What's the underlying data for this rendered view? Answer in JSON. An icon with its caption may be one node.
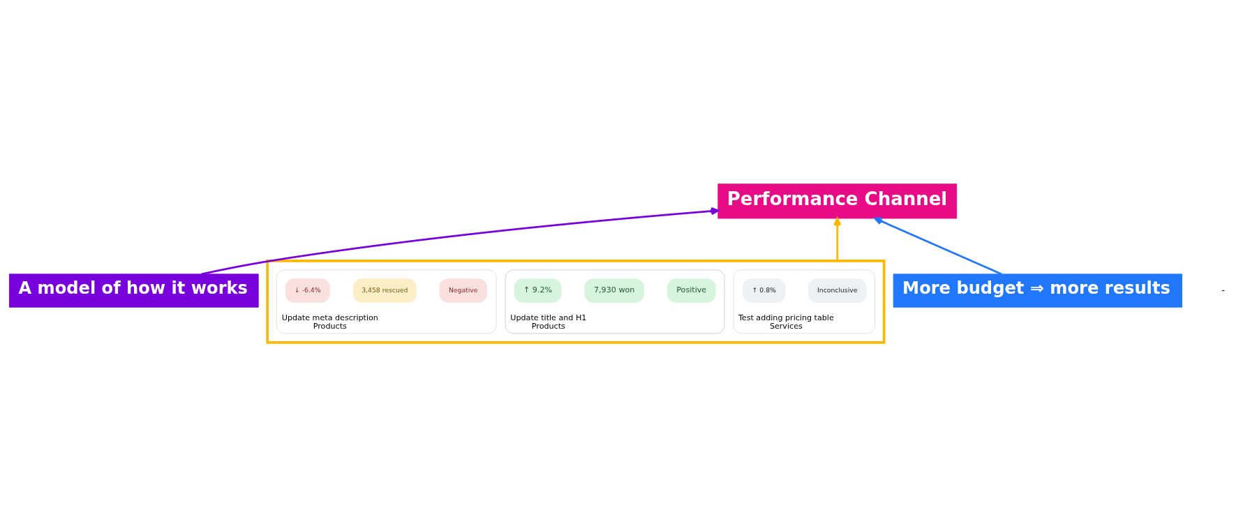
{
  "diagram": {
    "nodes": [
      {
        "text": [
          "Performance Channel"
        ]
      },
      {
        "text": [
          "A model of how it works"
        ]
      },
      {
        "text": [],
        "shape": "box"
      },
      {
        "text": [
          "Test adding pricing table",
          "Services"
        ],
        "in": 2
      },
      {
        "text": [
          "Inconclusive"
        ],
        "in": 3
      },
      {
        "text": [
          "↑ 0.8%"
        ],
        "in": 3
      },
      {
        "text": [
          "Update title and H1",
          "Products"
        ],
        "in": 2
      },
      {
        "text": [
          "Positive"
        ],
        "in": 6
      },
      {
        "text": [
          "7,930 won"
        ],
        "in": 6
      },
      {
        "text": [
          "↑ 9.2%"
        ],
        "in": 6
      },
      {
        "text": [
          "Update meta description",
          "Products"
        ],
        "in": 2
      },
      {
        "text": [
          "Negative"
        ],
        "in": 10
      },
      {
        "text": [
          "3,458 rescued"
        ],
        "in": 10
      },
      {
        "text": [
          "↓ -6.4%"
        ],
        "in": 10
      },
      {
        "text": [
          "More budget ⇒ more results"
        ]
      }
    ],
    "edges": [
      {
        "from": 1,
        "to": 0,
        "arrow": "to",
        "color": "#7700dd"
      },
      {
        "from": 2,
        "to": 0,
        "arrow": "to",
        "color": "#ffb800"
      },
      {
        "from": 14,
        "to": 0,
        "arrow": "to",
        "color": "#2277ff"
      }
    ],
    "labels": [
      "-"
    ]
  }
}
